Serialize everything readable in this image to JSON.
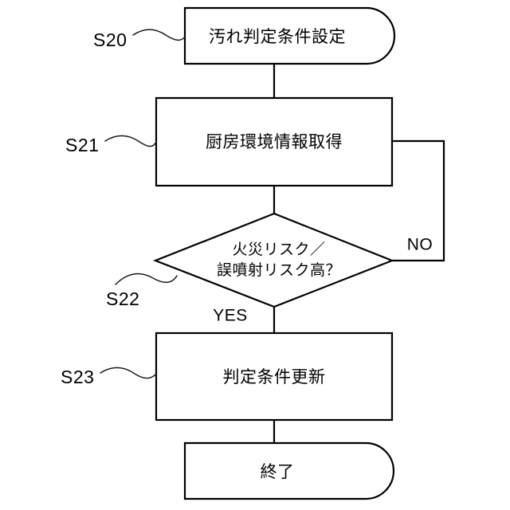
{
  "diagram": {
    "type": "flowchart",
    "title": "",
    "background_color": "#ffffff",
    "line_color": "#000000",
    "nodes": [
      {
        "id": "S20",
        "step_label": "S20",
        "shape": "stadium-right",
        "text": "汚れ判定条件設定",
        "text_lines": [
          "汚れ判定条件設定"
        ]
      },
      {
        "id": "S21",
        "step_label": "S21",
        "shape": "rectangle",
        "text": "厨房環境情報取得",
        "text_lines": [
          "厨房環境情報取得"
        ]
      },
      {
        "id": "S22",
        "step_label": "S22",
        "shape": "diamond",
        "text": "火災リスク／誤噴射リスク高？",
        "text_lines": [
          "火災リスク／",
          "誤噴射リスク高？"
        ]
      },
      {
        "id": "S23",
        "step_label": "S23",
        "shape": "rectangle",
        "text": "判定条件更新",
        "text_lines": [
          "判定条件更新"
        ]
      },
      {
        "id": "END",
        "step_label": "",
        "shape": "stadium-right",
        "text": "終了",
        "text_lines": [
          "終了"
        ]
      }
    ],
    "edges": [
      {
        "from": "S20",
        "to": "S21",
        "label": ""
      },
      {
        "from": "S21",
        "to": "S22",
        "label": ""
      },
      {
        "from": "S22",
        "to": "S23",
        "label": "YES"
      },
      {
        "from": "S22",
        "to": "S21",
        "label": "NO"
      },
      {
        "from": "S23",
        "to": "END",
        "label": ""
      }
    ],
    "branch_labels": {
      "yes": "YES",
      "no": "NO"
    }
  }
}
